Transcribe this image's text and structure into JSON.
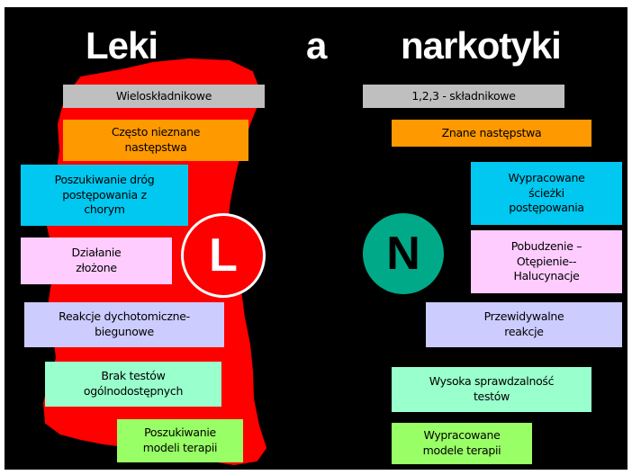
{
  "title": {
    "left": "Leki",
    "middle": "a",
    "right": "narkotyki"
  },
  "colors": {
    "background": "#000000",
    "map": "#ff0000",
    "gray": "#bfbfbf",
    "orange": "#ff9900",
    "cyan": "#00c8f0",
    "pink": "#ffccff",
    "lavender": "#ccccff",
    "mint": "#99ffcc",
    "green": "#99ff66",
    "circle_l": "#ff0000",
    "circle_n": "#00aa88"
  },
  "badges": {
    "leki": "L",
    "narkotyki": "N"
  },
  "leki": [
    {
      "text": "Wieloskładnikowe"
    },
    {
      "text": "Często nieznane\nnastępstwa"
    },
    {
      "text": "Poszukiwanie dróg\npostępowania z\nchorym"
    },
    {
      "text": "Działanie\nzłożone"
    },
    {
      "text": "Reakcje dychotomiczne-\nbiegunowe"
    },
    {
      "text": "Brak testów\nogólnodostępnych"
    },
    {
      "text": "Poszukiwanie\nmodeli terapii"
    }
  ],
  "narkotyki": [
    {
      "text": "1,2,3 - składnikowe"
    },
    {
      "text": "Znane następstwa"
    },
    {
      "text": "Wypracowane\nścieżki\npostępowania"
    },
    {
      "text": "Pobudzenie –\nOtępienie--\nHalucynacje"
    },
    {
      "text": "Przewidywalne\nreakcje"
    },
    {
      "text": "Wysoka sprawdzalność\ntestów"
    },
    {
      "text": "Wypracowane\nmodele terapii"
    }
  ]
}
